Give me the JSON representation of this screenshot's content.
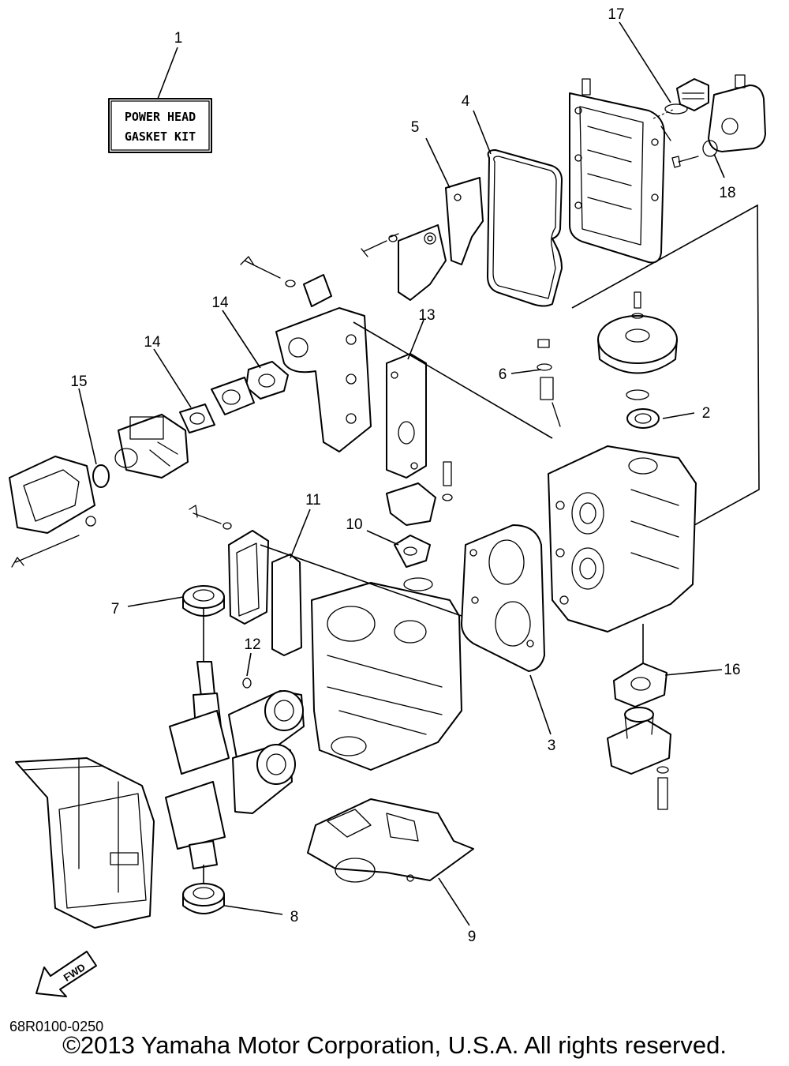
{
  "kit_label": {
    "line1": "POWER HEAD",
    "line2": "GASKET KIT"
  },
  "fwd_label": "FWD",
  "callouts": [
    "1",
    "2",
    "3",
    "4",
    "5",
    "6",
    "7",
    "8",
    "9",
    "10",
    "11",
    "12",
    "13",
    "14",
    "14",
    "15",
    "16",
    "17",
    "18"
  ],
  "diagram_code": "68R0100-0250",
  "copyright": "©2013 Yamaha Motor Corporation, U.S.A. All rights reserved."
}
